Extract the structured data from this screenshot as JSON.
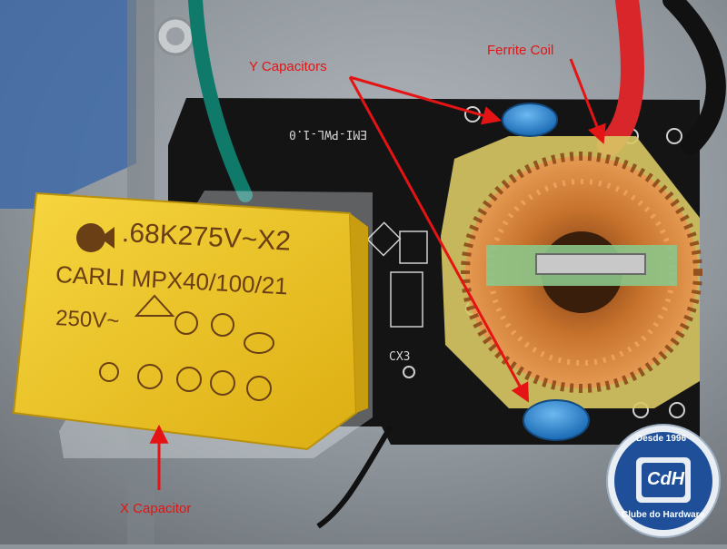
{
  "annotations": {
    "y_capacitors": "Y Capacitors",
    "ferrite_coil": "Ferrite Coil",
    "x_capacitor": "X Capacitor"
  },
  "capacitor_print": {
    "line1": ".68K275V~X2",
    "line2": "CARLI MPX40/100/21",
    "line3": "250V~"
  },
  "pcb_silkscreen": {
    "board_name": "EMI-PWL-1.0",
    "ref_cx3": "CX3"
  },
  "watermark": {
    "top": "Desde 1996",
    "badge": "CdH",
    "bottom": "Clube do Hardware"
  },
  "colors": {
    "annotation": "#e41414",
    "capacitor_body": "#f0c81e",
    "copper": "#c06a28",
    "pcb": "#141414",
    "y_capacitor": "#2e86d4",
    "logo_blue": "#1f4f99"
  }
}
